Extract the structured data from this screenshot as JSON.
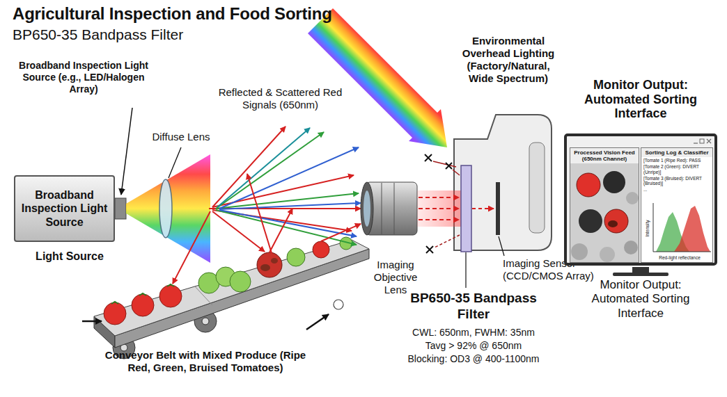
{
  "diagram": {
    "title": "Agricultural Inspection and Food Sorting",
    "nodes": [
      {
        "text": [
          "Broadband Inspection Light Source"
        ]
      },
      {
        "text": [
          "Monitor Output: Automated Sorting Interface",
          "Monitor Output: Automated Sorting Interface"
        ]
      },
      {
        "text": [
          "Processed Vision Feed (650nm Channel)"
        ],
        "in": 1
      },
      {
        "text": [
          "Sorting Log & Classifier",
          "[Tomate 1 (Ripe Red): PASS",
          "[Tomate 2 (Green): DIVERT (Unripe)]",
          "[Tomate 3 (Bruised): DIVERT (Bruised)]",
          "...",
          "Intensity",
          "Red-light reflectance"
        ],
        "in": 1
      }
    ],
    "labels": [
      "BP650-35 Bandpass Filter",
      "Broadband Inspection Light Source (e.g., LED/Halogen Array)",
      "Light Source",
      "Diffuse Lens",
      "Reflected & Scattered Red Signals (650nm)",
      "Environmental Overhead Lighting (Factory/Natural, Wide Spectrum)",
      "Imaging Objective Lens",
      "Imaging Sensor (CCD/CMOS Array)",
      "BP650-35 Bandpass Filter",
      "CWL: 650nm, FWHM: 35nm",
      "Tavg > 92% @ 650nm",
      "Blocking: OD3 @ 400-1100nm",
      "Conveyor Belt with Mixed Produce (Ripe Red, Green, Bruised Tomatoes)"
    ]
  }
}
